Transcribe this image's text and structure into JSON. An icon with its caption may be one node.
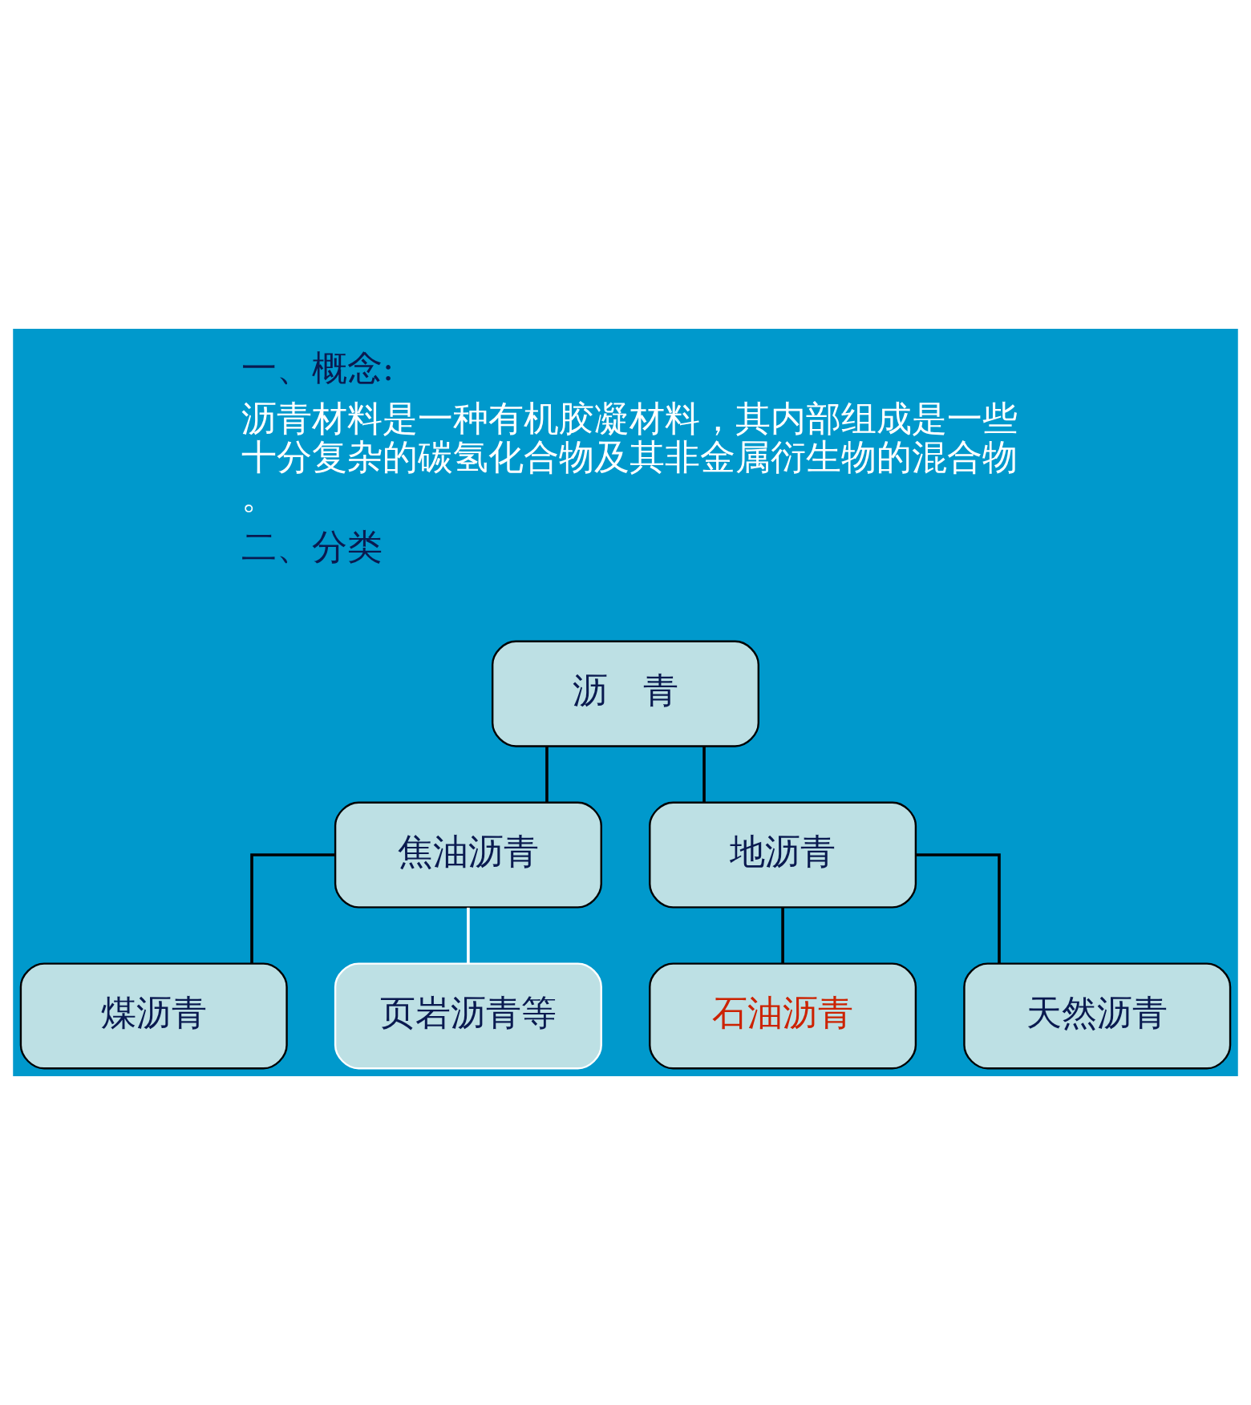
{
  "diagram": {
    "nodes": [
      {
        "text": [
          "沥　青"
        ]
      },
      {
        "text": [
          "焦油沥青"
        ]
      },
      {
        "text": [
          "地沥青"
        ]
      },
      {
        "text": [
          "煤沥青"
        ]
      },
      {
        "text": [
          "页岩沥青等"
        ]
      },
      {
        "text": [
          "石油沥青"
        ]
      },
      {
        "text": [
          "天然沥青"
        ]
      }
    ],
    "edges": [
      {
        "from": 0,
        "to": 1,
        "arrow": "none"
      },
      {
        "from": 0,
        "to": 2,
        "arrow": "none"
      },
      {
        "from": 1,
        "to": 3,
        "arrow": "none"
      },
      {
        "from": 1,
        "to": 4,
        "arrow": "none",
        "color": "#ffffff"
      },
      {
        "from": 2,
        "to": 5,
        "arrow": "none"
      },
      {
        "from": 2,
        "to": 6,
        "arrow": "none"
      }
    ],
    "labels": [
      "一、概念:",
      "沥青材料是一种有机胶凝材料，其内部组成是一些十分复杂的碳氢化合物及其非金属衍生物的混合物。",
      "二、分类"
    ]
  }
}
